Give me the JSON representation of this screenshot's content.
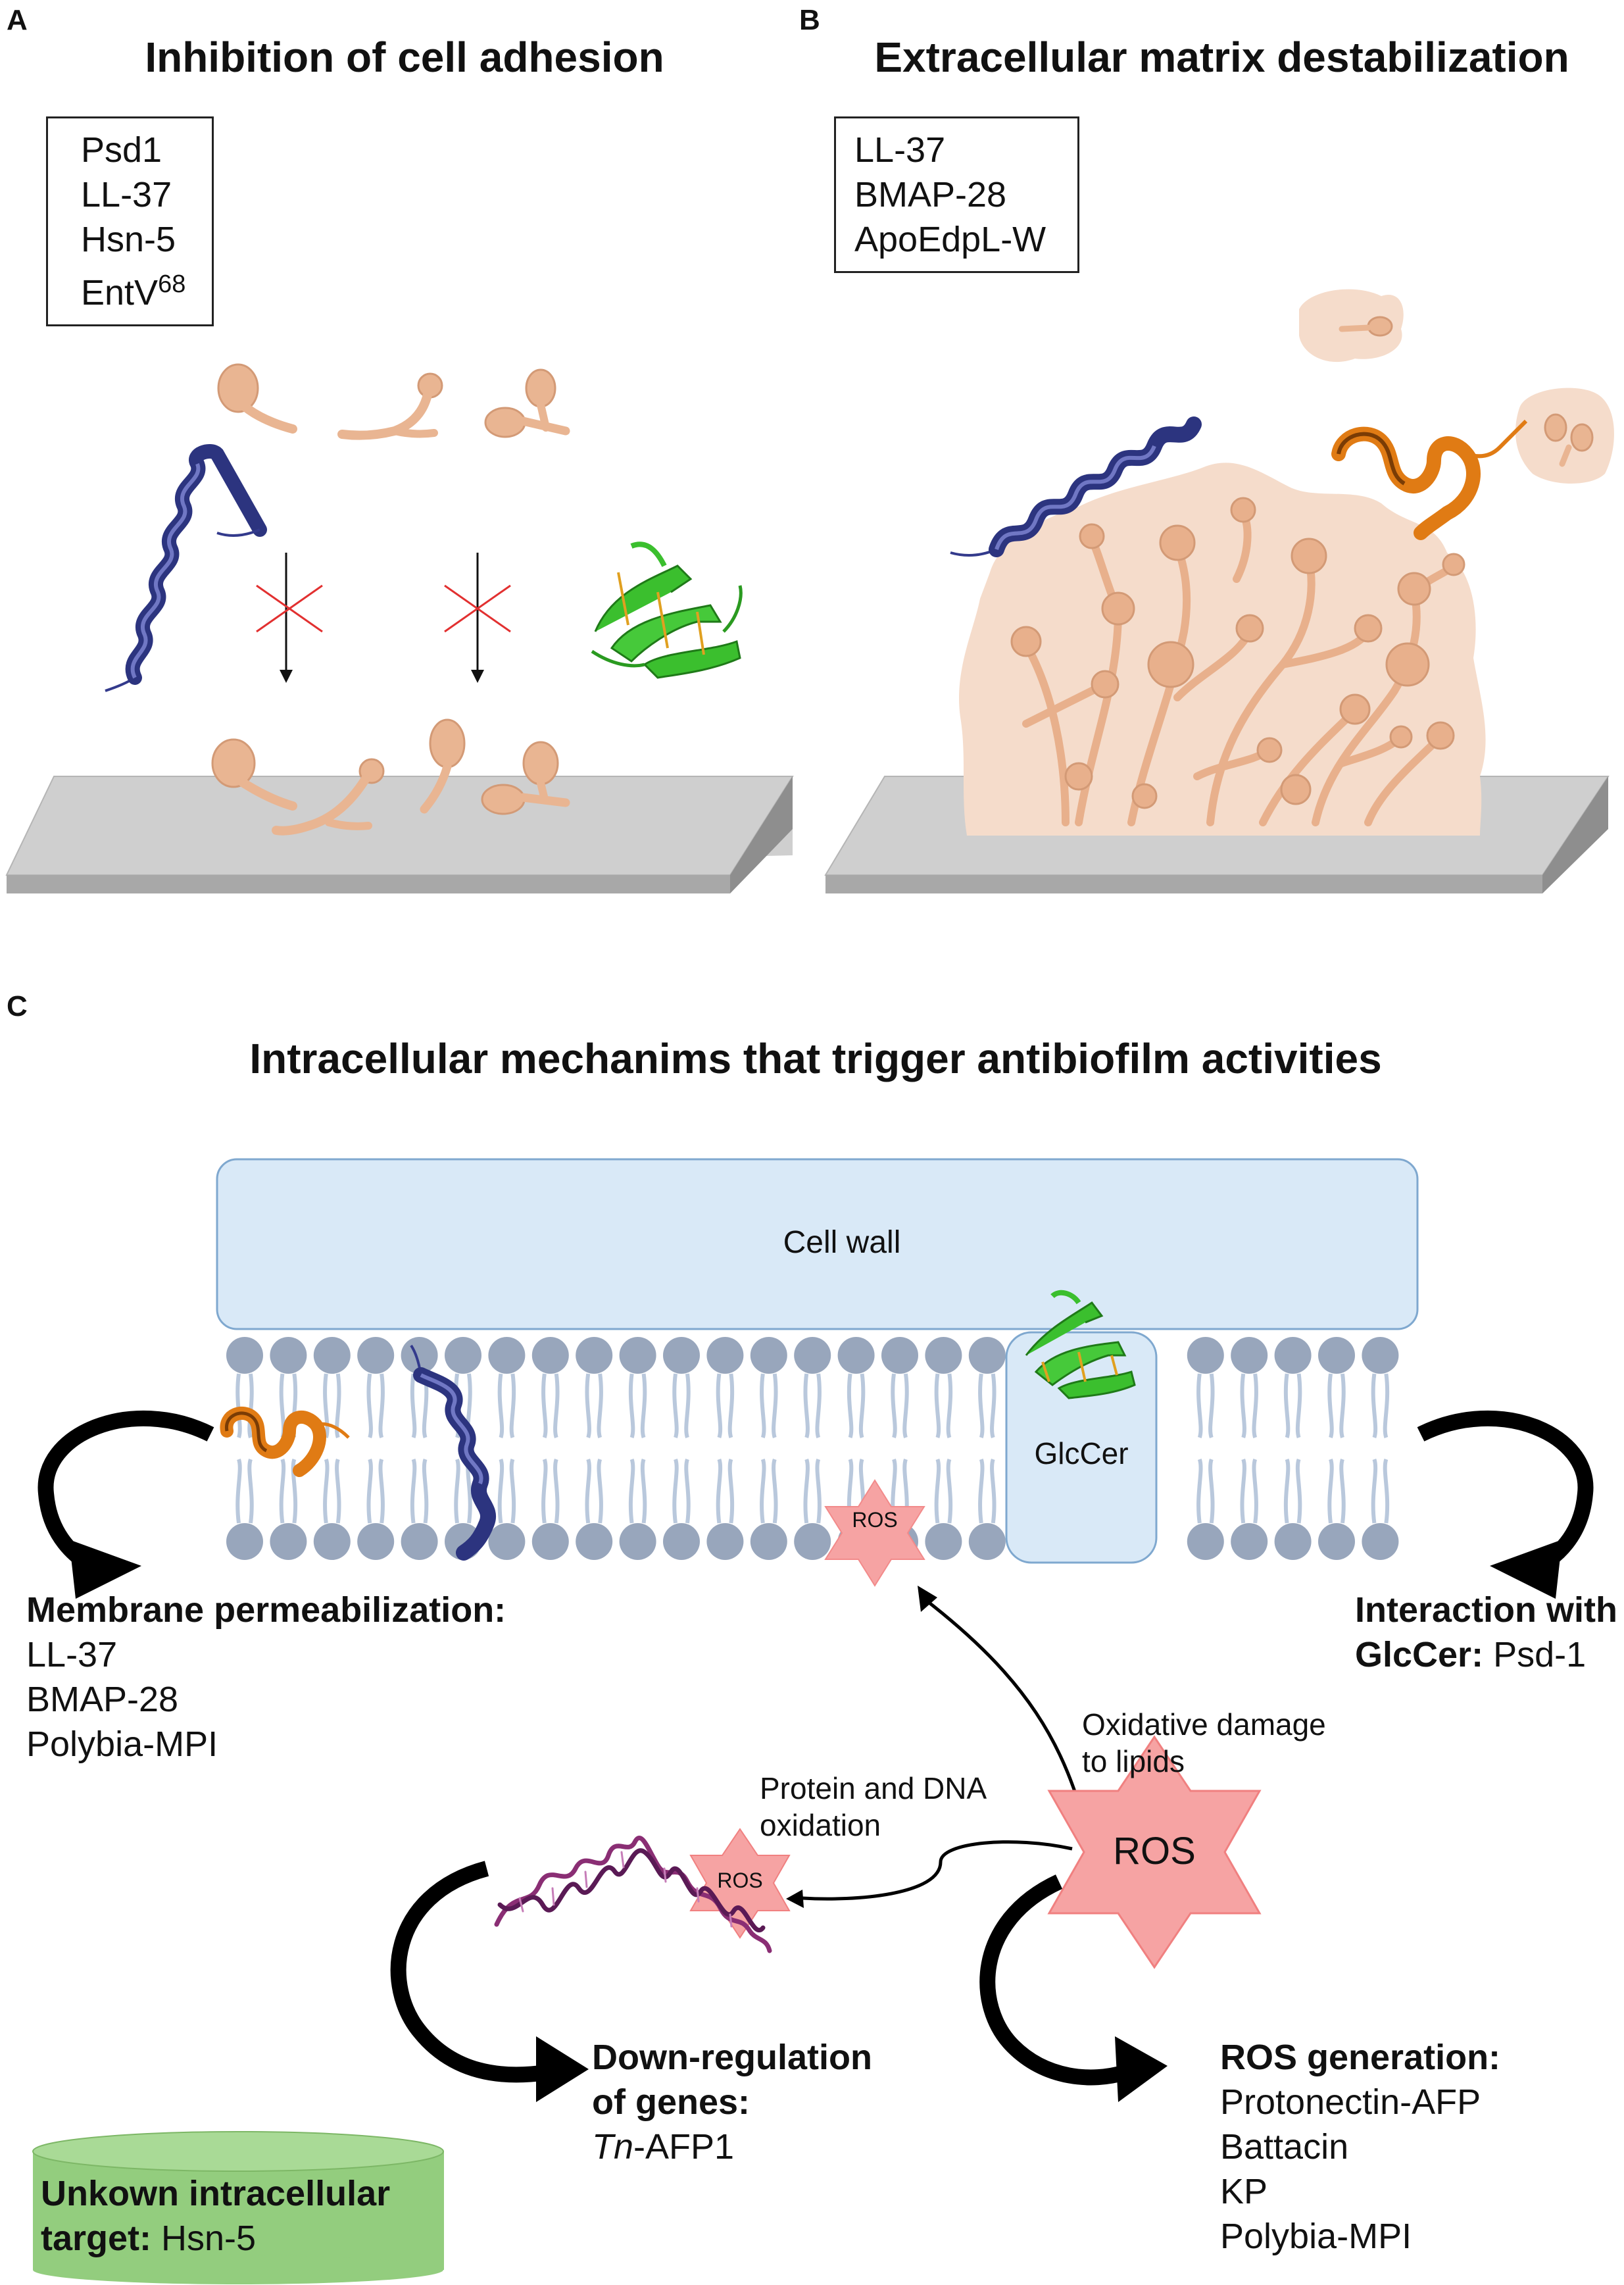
{
  "panels": {
    "a": {
      "letter": "A",
      "title": "Inhibition of cell adhesion",
      "peptides": [
        "Psd1",
        "LL-37",
        "Hsn-5",
        "EntV"
      ],
      "entv_superscript": "68"
    },
    "b": {
      "letter": "B",
      "title": "Extracellular matrix destabilization",
      "peptides": [
        "LL-37",
        "BMAP-28",
        "ApoEdpL-W"
      ]
    },
    "c": {
      "letter": "C",
      "title": "Intracellular mechanims that trigger antibiofilm activities",
      "cell_wall": "Cell wall",
      "glccer": "GlcCer",
      "ros_small": "ROS",
      "ros_large": "ROS",
      "ros_dna": "ROS",
      "membrane_perm": {
        "heading": "Membrane permeabilization:",
        "items": [
          "LL-37",
          "BMAP-28",
          "Polybia-MPI"
        ]
      },
      "glccer_interaction": {
        "line1": "Interaction with",
        "line2_bold": "GlcCer:",
        "line2_rest": " Psd-1"
      },
      "oxidative": {
        "line1": "Oxidative damage",
        "line2": "to lipids"
      },
      "protein_dna": {
        "line1": "Protein and DNA",
        "line2": "oxidation"
      },
      "downreg": {
        "line1": "Down-regulation",
        "line2": "of genes:",
        "item_italic": "Tn",
        "item_rest": "-AFP1"
      },
      "ros_generation": {
        "heading": "ROS generation:",
        "items": [
          "Protonectin-AFP",
          "Battacin",
          "KP",
          "Polybia-MPI"
        ]
      },
      "unknown": {
        "line1": "Unkown intracellular",
        "line2_bold": "target:",
        "line2_rest": " Hsn-5"
      }
    }
  },
  "colors": {
    "cell": "#e9b592",
    "cell_dark": "#d39a76",
    "biofilm": "#f5dccb",
    "surface_top": "#cfcfcf",
    "surface_front": "#9f9f9f",
    "cell_wall": "#d9e9f7",
    "lipid_head": "#98a6bc",
    "lipid_tail": "#b9c8dc",
    "ros": "#f6a3a3",
    "helix_blue": "#333a8c",
    "helix_orange": "#e07b14",
    "sheet_green": "#3bbf2e",
    "dna": "#8a2e74",
    "unknown_box": "#93cd7e",
    "cross": "#e23030"
  }
}
